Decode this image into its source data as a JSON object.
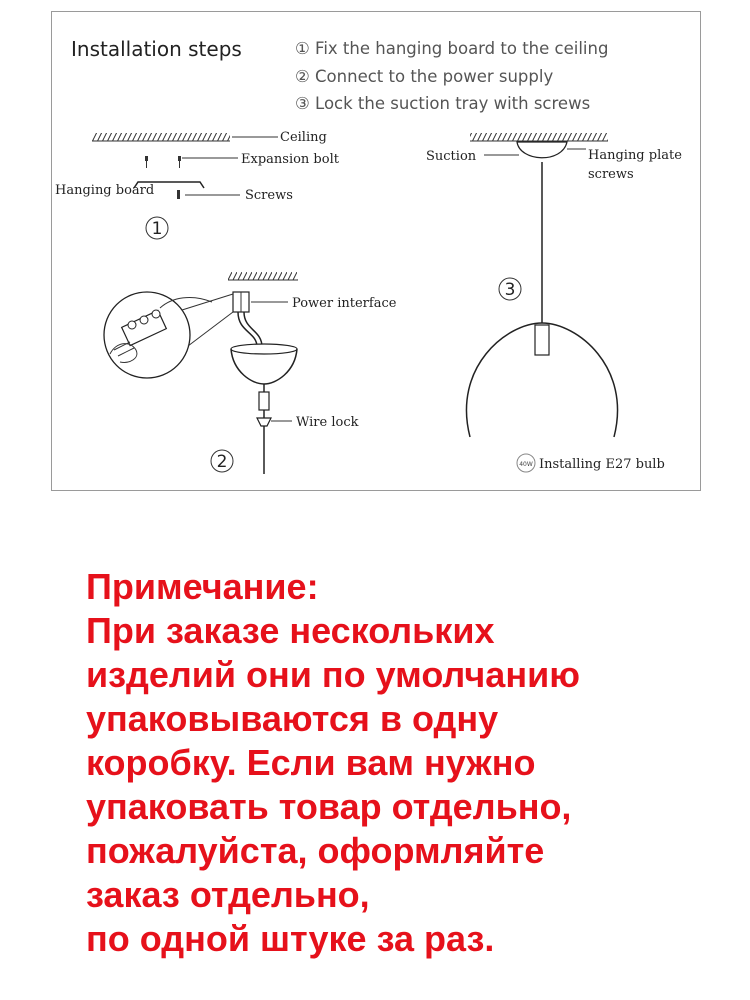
{
  "diagram": {
    "title": "Installation steps",
    "steps": [
      "① Fix the hanging board to the ceiling",
      "② Connect to the power supply",
      "③ Lock the suction tray with screws"
    ],
    "labels": {
      "ceiling": "Ceiling",
      "expansion_bolt": "Expansion bolt",
      "hanging_board": "Hanging board",
      "screws": "Screws",
      "power_interface": "Power interface",
      "wire_lock": "Wire lock",
      "suction": "Suction",
      "hanging_plate": "Hanging plate",
      "hanging_plate_screws": "screws",
      "bulb": "Installing E27 bulb",
      "bulb_badge": "40W"
    },
    "numbers": [
      "1",
      "2",
      "3"
    ]
  },
  "note": {
    "lines": [
      "Примечание:",
      "При заказе нескольких",
      "изделий они по умолчанию",
      "упаковываются в одну",
      "коробку. Если вам нужно",
      "упаковать товар отдельно,",
      "пожалуйста, оформляйте",
      "заказ отдельно,",
      "по одной штуке за раз."
    ]
  },
  "colors": {
    "note_text": "#e6111b",
    "line": "#333333",
    "frame": "#9a9a9a"
  }
}
